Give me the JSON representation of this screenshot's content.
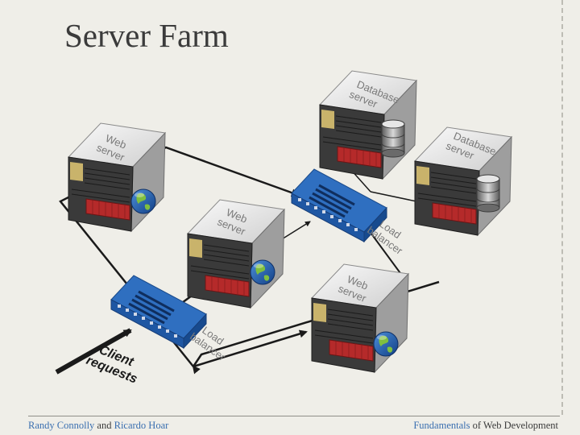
{
  "slide": {
    "title": "Server Farm"
  },
  "footer": {
    "author_1": "Randy Connolly",
    "author_sep": " and ",
    "author_2": "Ricardo Hoar",
    "book_1": "Fundamentals",
    "book_2": " of Web Development"
  },
  "diagram": {
    "db_server_top": {
      "line1": "Database",
      "line2": "server"
    },
    "db_server_right": {
      "line1": "Database",
      "line2": "server"
    },
    "web_server_left": {
      "line1": "Web",
      "line2": "server"
    },
    "web_server_mid": {
      "line1": "Web",
      "line2": "server"
    },
    "web_server_bottom": {
      "line1": "Web",
      "line2": "server"
    },
    "load_balancer_upper": {
      "line1": "Load",
      "line2": "balancer"
    },
    "load_balancer_lower": {
      "line1": "Load",
      "line2": "balancer"
    },
    "client_requests": {
      "line1": "Client",
      "line2": "requests"
    }
  },
  "colors": {
    "background": "#efeee8",
    "title": "#3b3b3b",
    "footer_accent": "#3a6fb0",
    "switch_blue": "#2f6fc0",
    "server_red": "#b52a2a"
  },
  "icons": [
    "globe-icon",
    "database-icon"
  ]
}
